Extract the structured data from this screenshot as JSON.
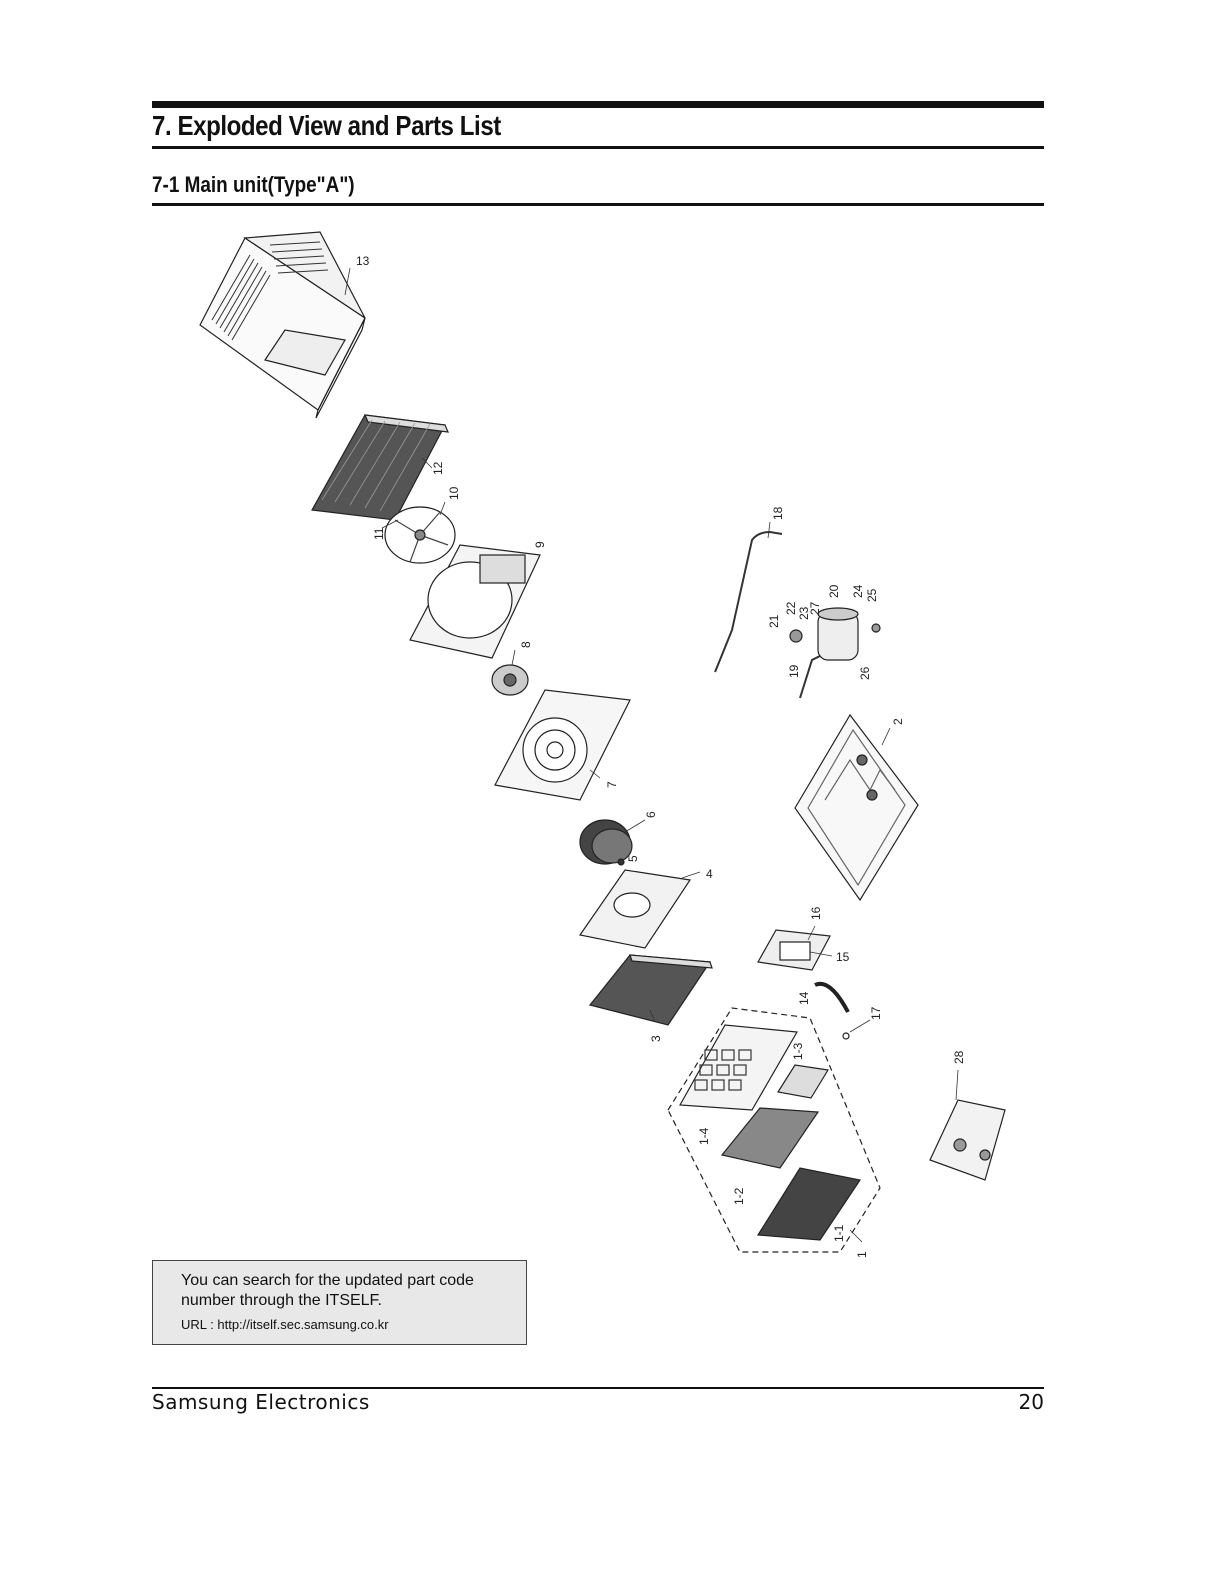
{
  "header": {
    "section_title": "7. Exploded View and Parts List",
    "subsection_title": "7-1 Main unit(Type\"A\")"
  },
  "diagram": {
    "callouts": [
      "13",
      "12",
      "10",
      "11",
      "9",
      "8",
      "7",
      "6",
      "5",
      "4",
      "3",
      "18",
      "21",
      "22",
      "23",
      "27",
      "20",
      "24",
      "25",
      "19",
      "26",
      "2",
      "16",
      "15",
      "14",
      "17",
      "28",
      "1-3",
      "1-4",
      "1-2",
      "1-1",
      "1"
    ]
  },
  "note": {
    "line1": "You can search for the updated part code number through the ITSELF.",
    "url": "URL : http://itself.sec.samsung.co.kr"
  },
  "footer": {
    "company": "Samsung Electronics",
    "page_number": "20"
  }
}
